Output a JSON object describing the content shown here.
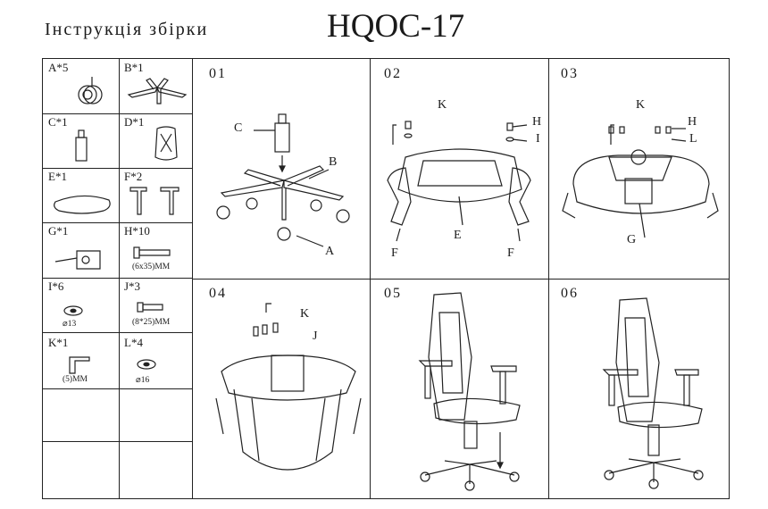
{
  "header": {
    "subtitle": "Інструкція збірки",
    "model": "HQOC-17"
  },
  "parts": [
    {
      "label": "A*5",
      "note": ""
    },
    {
      "label": "B*1",
      "note": ""
    },
    {
      "label": "C*1",
      "note": ""
    },
    {
      "label": "D*1",
      "note": ""
    },
    {
      "label": "E*1",
      "note": ""
    },
    {
      "label": "F*2",
      "note": ""
    },
    {
      "label": "G*1",
      "note": ""
    },
    {
      "label": "H*10",
      "note": "(6x35)MM"
    },
    {
      "label": "I*6",
      "note": "⌀13"
    },
    {
      "label": "J*3",
      "note": "(8*25)MM"
    },
    {
      "label": "K*1",
      "note": "(5)MM"
    },
    {
      "label": "L*4",
      "note": "⌀16"
    }
  ],
  "steps": [
    {
      "number": "01",
      "callouts": [
        "C",
        "B",
        "A"
      ]
    },
    {
      "number": "02",
      "callouts": [
        "K",
        "H",
        "I",
        "E",
        "F",
        "F"
      ]
    },
    {
      "number": "03",
      "callouts": [
        "K",
        "H",
        "L",
        "G"
      ]
    },
    {
      "number": "04",
      "callouts": [
        "K",
        "J"
      ]
    },
    {
      "number": "05",
      "callouts": []
    },
    {
      "number": "06",
      "callouts": []
    }
  ]
}
